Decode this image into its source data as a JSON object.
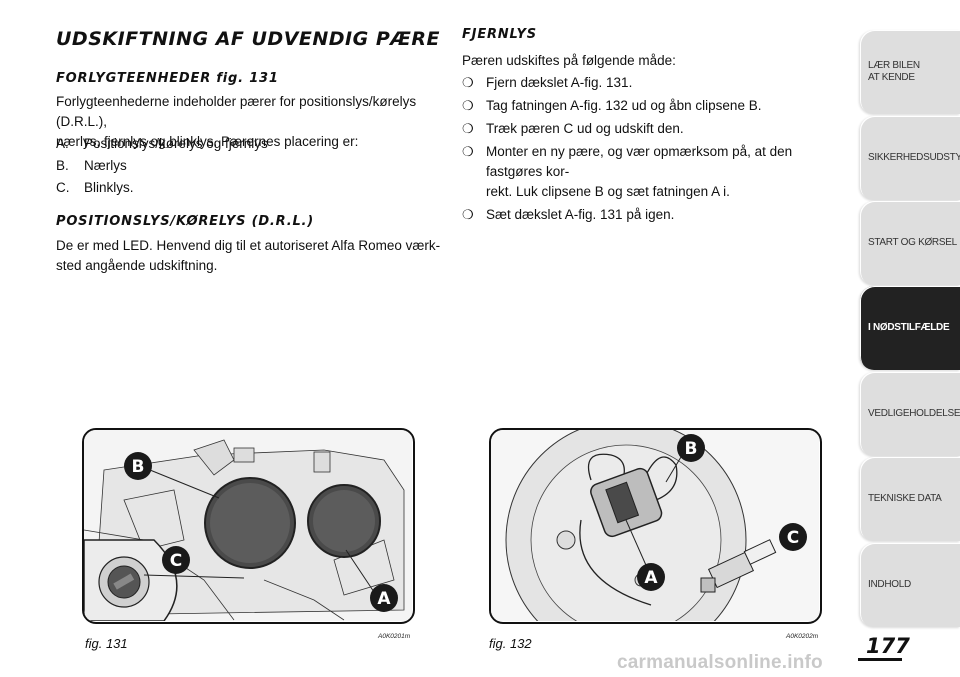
{
  "left": {
    "title": "UDSKIFTNING AF UDVENDIG PÆRE",
    "section1_heading": "FORLYGTEENHEDER fig. 131",
    "section1_intro_line1": "Forlygteenhederne indeholder pærer for positionslys/kørelys (D.R.L.),",
    "section1_intro_line2": "nærlys, fjernlys og blinklys. Pærernes placering er:",
    "list": [
      {
        "key": "A.",
        "text": "Positionslys/kørelys og fjernlys"
      },
      {
        "key": "B.",
        "text": "Nærlys"
      },
      {
        "key": "C.",
        "text": "Blinklys."
      }
    ],
    "section2_heading": "POSITIONSLYS/KØRELYS (D.R.L.)",
    "section2_line1": "De er med LED. Henvend dig til et autoriseret Alfa Romeo værk-",
    "section2_line2": "sted angående udskiftning."
  },
  "right": {
    "heading": "FJERNLYS",
    "intro": "Pæren udskiftes på følgende måde:",
    "bullet_glyph": "❍",
    "steps": [
      "Fjern dækslet A-fig. 131.",
      "Tag fatningen A-fig. 132 ud og åbn clipsene B.",
      "Træk pæren C ud og udskift den.",
      "Monter en ny pære, og vær opmærksom på, at den fastgøres kor-",
      "rekt. Luk clipsene B og sæt fatningen A i.",
      "Sæt dækslet A-fig. 131 på igen."
    ]
  },
  "tabs": [
    {
      "line1": "LÆR BILEN",
      "line2": "AT KENDE"
    },
    {
      "line1": "SIKKERHEDSUDSTYR",
      "line2": ""
    },
    {
      "line1": "START OG KØRSEL",
      "line2": ""
    },
    {
      "line1": "I NØDSTILFÆLDE",
      "line2": ""
    },
    {
      "line1": "VEDLIGEHOLDELSE",
      "line2": ""
    },
    {
      "line1": "TEKNISKE DATA",
      "line2": ""
    },
    {
      "line1": "INDHOLD",
      "line2": ""
    }
  ],
  "figures": [
    {
      "caption": "fig. 131",
      "code": "A0K0201m",
      "labels": [
        "B",
        "C",
        "A"
      ]
    },
    {
      "caption": "fig. 132",
      "code": "A0K0202m",
      "labels": [
        "B",
        "C",
        "A"
      ]
    }
  ],
  "page_number": "177",
  "watermark": "carmanualsonline.info",
  "colors": {
    "accent": "#222222",
    "tab": "#dedede",
    "badge": "#1a1a1a"
  }
}
